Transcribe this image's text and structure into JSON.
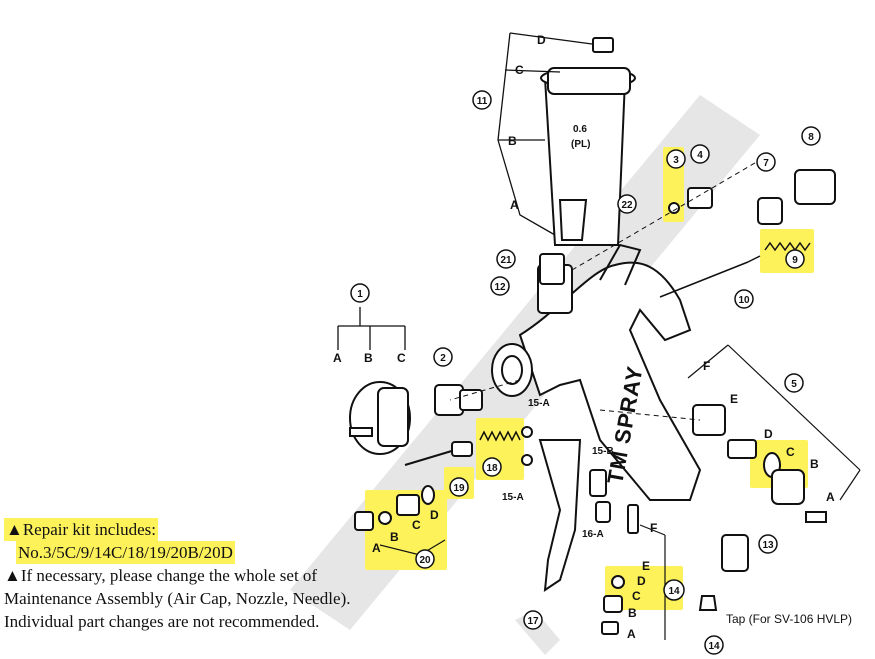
{
  "callouts": [
    {
      "id": "1",
      "label": "1"
    },
    {
      "id": "2",
      "label": "2"
    },
    {
      "id": "3",
      "label": "3"
    },
    {
      "id": "4",
      "label": "4"
    },
    {
      "id": "5",
      "label": "5"
    },
    {
      "id": "7",
      "label": "7"
    },
    {
      "id": "8",
      "label": "8"
    },
    {
      "id": "9",
      "label": "9"
    },
    {
      "id": "10",
      "label": "10"
    },
    {
      "id": "11",
      "label": "11"
    },
    {
      "id": "12",
      "label": "12"
    },
    {
      "id": "13",
      "label": "13"
    },
    {
      "id": "14",
      "label": "14"
    },
    {
      "id": "14b",
      "label": "14"
    },
    {
      "id": "17",
      "label": "17"
    },
    {
      "id": "18",
      "label": "18"
    },
    {
      "id": "19",
      "label": "19"
    },
    {
      "id": "20",
      "label": "20"
    },
    {
      "id": "21",
      "label": "21"
    },
    {
      "id": "22",
      "label": "22"
    }
  ],
  "highlighted_parts": [
    "3",
    "9",
    "14",
    "18",
    "19",
    "20",
    "5C",
    "14C",
    "20B",
    "20D"
  ],
  "cup_text": {
    "size": "0.6",
    "material": "(PL)"
  },
  "small_labels": {
    "p15a_1": "15-A",
    "p15a_2": "15-A",
    "p15b": "15-B",
    "p16a": "16-A"
  },
  "letters": {
    "cup_a": "A",
    "cup_b": "B",
    "cup_c": "C",
    "cup_d": "D",
    "cap_a": "A",
    "cap_b": "B",
    "cap_c": "C",
    "k20_a": "A",
    "k20_b": "B",
    "k20_c": "C",
    "k20_d": "D",
    "k5_a": "A",
    "k5_b": "B",
    "k5_c": "C",
    "k5_d": "D",
    "k5_e": "E",
    "k5_f": "F",
    "k14_a": "A",
    "k14_b": "B",
    "k14_c": "C",
    "k14_d": "D",
    "k14_e": "E",
    "k14_f": "F"
  },
  "brand": "TM SPRAY",
  "notes": {
    "repair_kit_title": "▲Repair kit includes:",
    "repair_kit_parts": "No.3/5C/9/14C/18/19/20B/20D",
    "advice": "▲If necessary, please change the whole set of Maintenance Assembly (Air Cap, Nozzle, Needle). Individual part changes are not recommended."
  },
  "footnote": "Tap (For SV-106 HVLP)",
  "colors": {
    "highlight": "#fdf25a",
    "ink": "#111111",
    "watermark": "#dcdcdc"
  }
}
